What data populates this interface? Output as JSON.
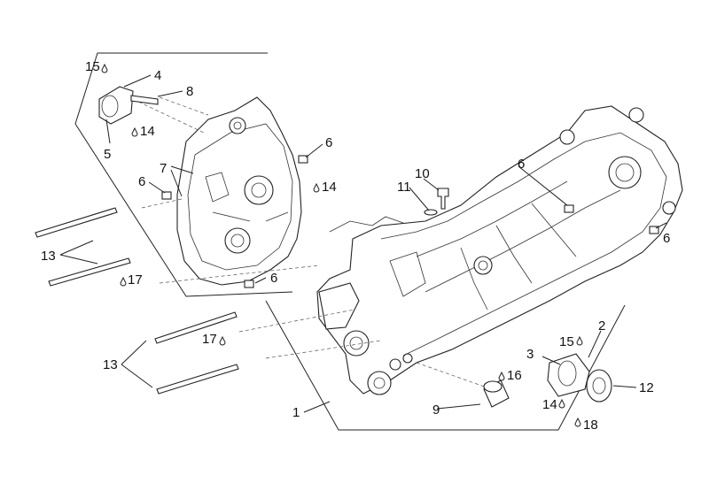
{
  "labels": {
    "l1": "1",
    "l2": "2",
    "l3": "3",
    "l4": "4",
    "l5": "5",
    "l6a": "6",
    "l6b": "6",
    "l6c": "6",
    "l6d": "6",
    "l6e": "6",
    "l7": "7",
    "l8": "8",
    "l9": "9",
    "l10": "10",
    "l11": "11",
    "l12": "12",
    "l13a": "13",
    "l13b": "13",
    "l14a": "14",
    "l14b": "14",
    "l14c": "14",
    "l15a": "15",
    "l15b": "15",
    "l16": "16",
    "l17a": "17",
    "l17b": "17",
    "l18": "18"
  }
}
